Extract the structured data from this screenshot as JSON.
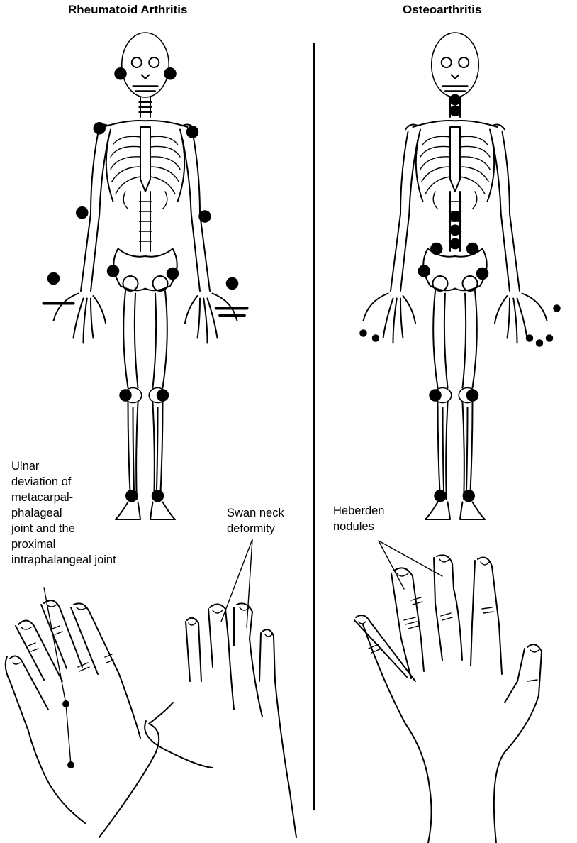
{
  "ra": {
    "title": "Rheumatoid Arthritis",
    "ulnar_label": [
      "Ulnar",
      "deviation of",
      "metacarpal-",
      "phalageal",
      "joint and the",
      "proximal",
      "intraphalangeal joint"
    ],
    "swan_label": [
      "Swan neck",
      "deformity"
    ]
  },
  "oa": {
    "title": "Osteoarthritis",
    "heberden_label": [
      "Heberden",
      "nodules"
    ]
  },
  "colors": {
    "ink": "#000000",
    "background": "#ffffff"
  }
}
